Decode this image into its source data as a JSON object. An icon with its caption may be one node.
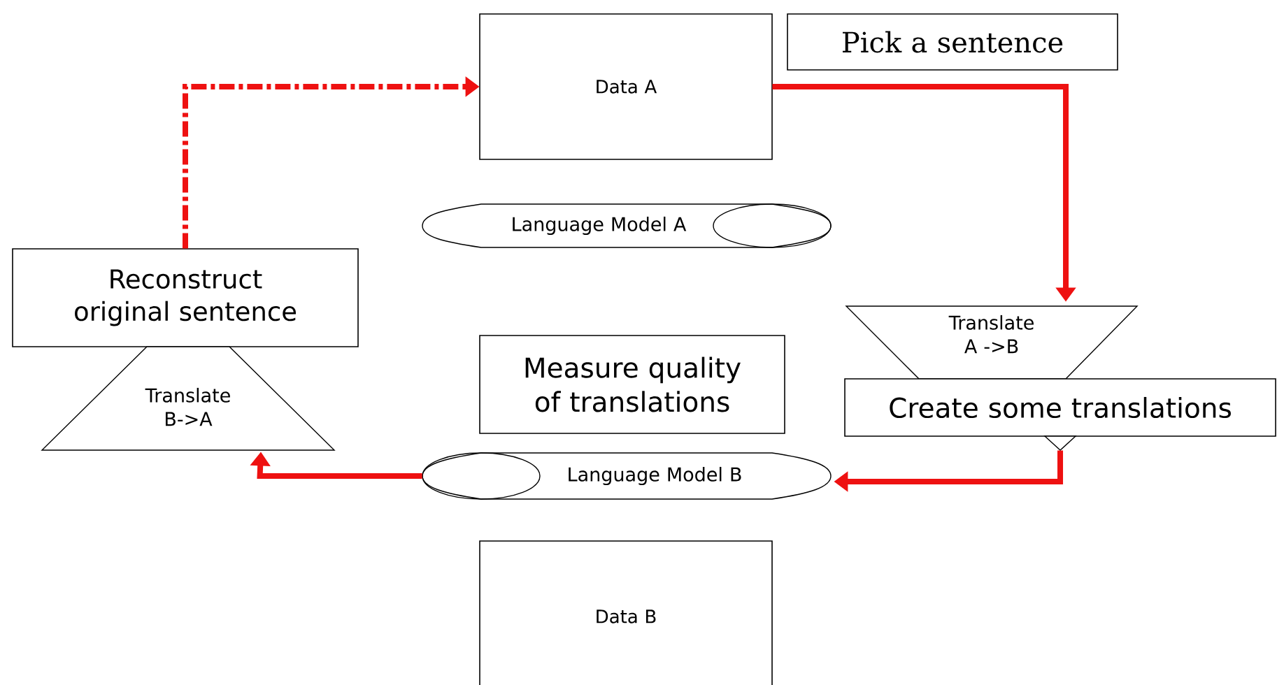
{
  "diagram": {
    "nodes": [
      {
        "text": [
          "Data A"
        ]
      },
      {
        "text": [
          "Pick a sentence"
        ]
      },
      {
        "text": [
          "Language Model A"
        ]
      },
      {
        "text": [
          "Translate A ->B"
        ]
      },
      {
        "text": [
          "Create some translations"
        ]
      },
      {
        "text": [
          "Reconstruct original sentence"
        ]
      },
      {
        "text": [
          "Translate B->A"
        ]
      },
      {
        "text": [
          "Measure quality of translations"
        ]
      },
      {
        "text": [
          "Language Model B"
        ]
      },
      {
        "text": [
          "Data B"
        ]
      }
    ],
    "edges": [
      {
        "from": 0,
        "to": 3,
        "arrow": "to"
      },
      {
        "from": 4,
        "to": 8,
        "arrow": "to"
      },
      {
        "from": 8,
        "to": 6,
        "arrow": "to"
      },
      {
        "from": 5,
        "to": 0,
        "arrow": "to",
        "style": "dashed"
      }
    ]
  }
}
